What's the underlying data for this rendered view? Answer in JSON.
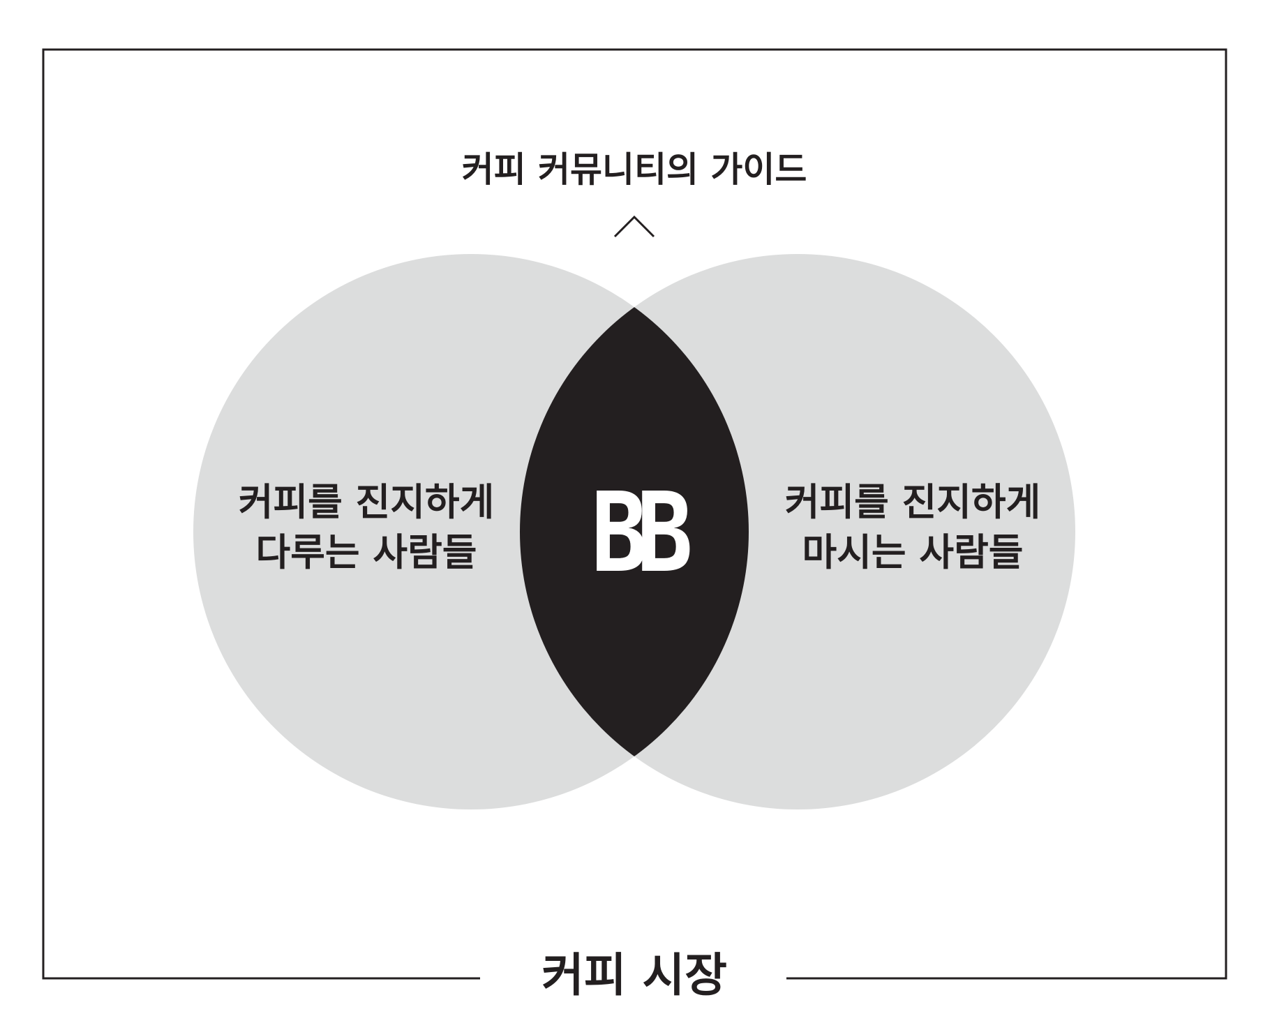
{
  "diagram": {
    "top_label": "커피 커뮤니티의 가이드",
    "bottom_label": "커피 시장",
    "left_circle": {
      "line1": "커피를 진지하게",
      "line2": "다루는 사람들"
    },
    "right_circle": {
      "line1": "커피를 진지하게",
      "line2": "마시는 사람들"
    },
    "center_logo": "BB"
  },
  "colors": {
    "circle_fill": "#dcdddd",
    "intersection_fill": "#231f20",
    "frame_stroke": "#231f20",
    "text": "#231f20",
    "logo": "#ffffff"
  }
}
